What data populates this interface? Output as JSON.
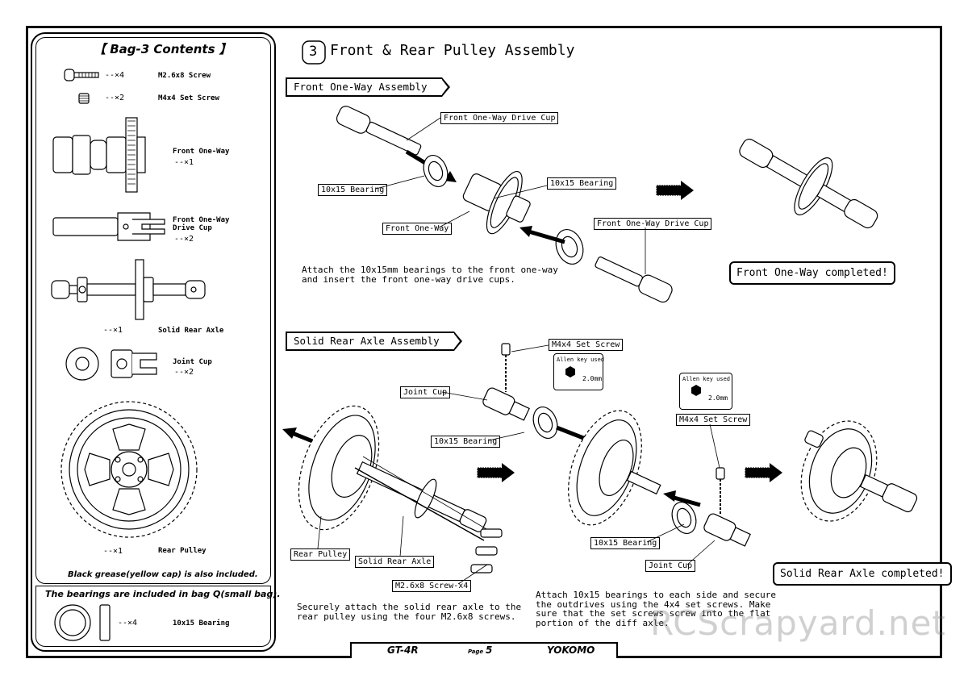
{
  "bag": {
    "title": "【 Bag-3 Contents 】",
    "items": [
      {
        "qty": "--×4",
        "name": "M2.6x8 Screw"
      },
      {
        "qty": "--×2",
        "name": "M4x4 Set Screw"
      },
      {
        "qty": "--×1",
        "name": "Front One-Way"
      },
      {
        "qty": "--×2",
        "name": "Front One-Way\nDrive Cup"
      },
      {
        "qty": "--×1",
        "name": "Solid Rear Axle"
      },
      {
        "qty": "--×2",
        "name": "Joint Cup"
      },
      {
        "qty": "--×1",
        "name": "Rear Pulley"
      }
    ],
    "grease_note": "Black grease(yellow cap) is also included.",
    "bearings_note": "The bearings are included in bag Q(small bag).",
    "bearing_qty": "--×4",
    "bearing_name": "10x15 Bearing"
  },
  "step": {
    "number": "3",
    "title": "Front & Rear Pulley Assembly"
  },
  "front": {
    "section_title": "Front One-Way Assembly",
    "labels": {
      "drive_cup_top": "Front One-Way Drive Cup",
      "bearing_left": "10x15 Bearing",
      "bearing_right": "10x15 Bearing",
      "front_oneway": "Front One-Way",
      "drive_cup_bottom": "Front One-Way Drive Cup"
    },
    "instruction": "Attach the 10x15mm bearings to the front one-way\nand insert the front one-way drive cups.",
    "completed": "Front One-Way completed!"
  },
  "rear": {
    "section_title": "Solid Rear Axle Assembly",
    "labels": {
      "set_screw_top": "M4x4 Set Screw",
      "allen_top": "Allen key used",
      "allen_top_size": "2.0mm",
      "joint_cup_top": "Joint Cup",
      "bearing_mid": "10x15 Bearing",
      "allen_right": "Allen key used",
      "allen_right_size": "2.0mm",
      "set_screw_right": "M4x4 Set Screw",
      "rear_pulley": "Rear Pulley",
      "solid_rear_axle": "Solid Rear Axle",
      "screw_x4": "M2.6x8 Screw-x4",
      "bearing_right": "10x15 Bearing",
      "joint_cup_bottom": "Joint Cup"
    },
    "instruction_left": "Securely attach the solid rear axle to the\nrear pulley using the four M2.6x8 screws.",
    "instruction_right": "Attach 10x15 bearings to each side and secure\nthe outdrives using the 4x4 set screws. Make\nsure that the set screws screw into the flat\nportion of the diff axle.",
    "completed": "Solid Rear Axle completed!"
  },
  "footer": {
    "model": "GT-4R",
    "page_label": "Page",
    "page_number": "5",
    "brand": "YOKOMO"
  },
  "watermark": "RCScrapyard.net"
}
